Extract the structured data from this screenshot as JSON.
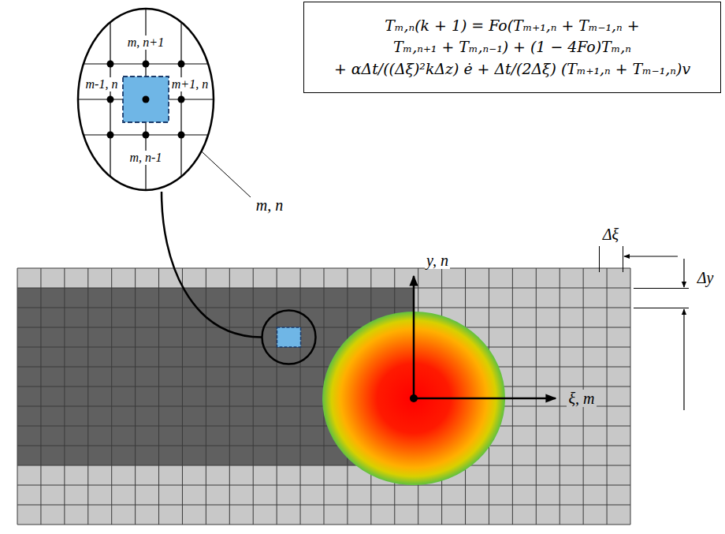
{
  "diagram": {
    "nodes": [
      {
        "text": [
          "Tₘ,ₙ(k + 1) = Fo(Tₘ₊₁,ₙ + Tₘ₋₁,ₙ +",
          "Tₘ,ₙ₊₁ + Tₘ,ₙ₋₁) + (1 − 4Fo)Tₘ,ₙ",
          "+ αΔt/((Δξ)²kΔz) ė + Δt/(2Δξ) (Tₘ₊₁,ₙ + Tₘ₋₁,ₙ)v"
        ]
      },
      {
        "text": [
          "m, n+1",
          "m-1, n",
          "m+1, n",
          "m, n-1"
        ]
      }
    ],
    "labels": [
      "m, n",
      "Δξ",
      "Δy",
      "y, n",
      "ξ, m"
    ]
  }
}
